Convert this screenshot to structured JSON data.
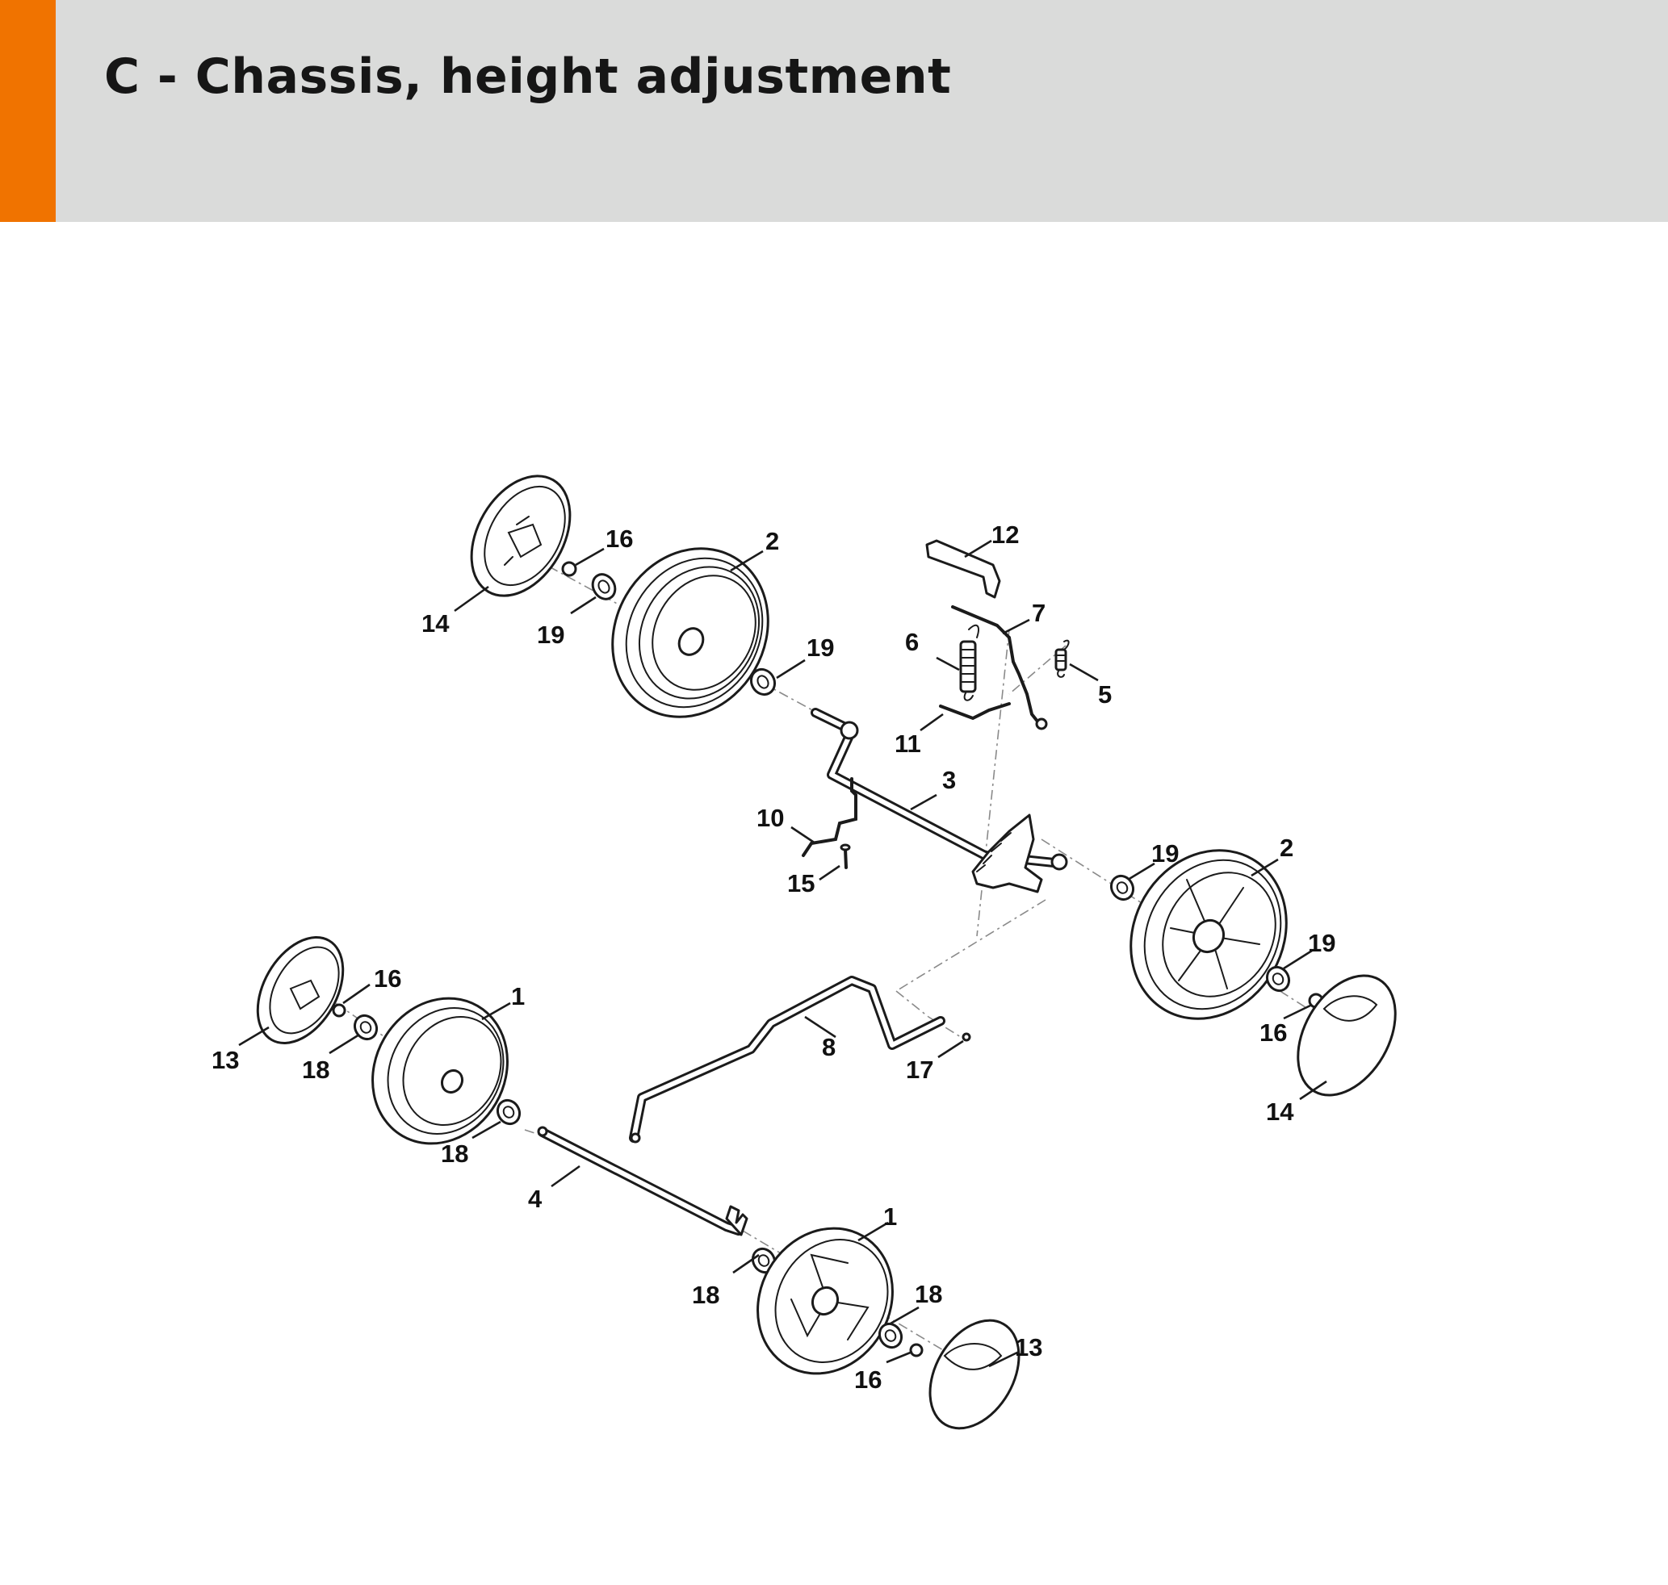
{
  "header": {
    "title": "C - Chassis, height adjustment",
    "accent_color": "#f07300",
    "background_color": "#dadbda"
  },
  "diagram": {
    "callouts": {
      "c14a": "14",
      "c16a": "16",
      "c19a": "19",
      "c2a": "2",
      "c19b": "19",
      "c12": "12",
      "c7": "7",
      "c6": "6",
      "c5": "5",
      "c11": "11",
      "c3": "3",
      "c10": "10",
      "c15": "15",
      "c19c": "19",
      "c2b": "2",
      "c19d": "19",
      "c16b": "16",
      "c14b": "14",
      "c16c": "16",
      "c1a": "1",
      "c13a": "13",
      "c18a": "18",
      "c18b": "18",
      "c8": "8",
      "c17": "17",
      "c4": "4",
      "c1b": "1",
      "c18c": "18",
      "c18d": "18",
      "c13b": "13",
      "c16d": "16"
    }
  }
}
